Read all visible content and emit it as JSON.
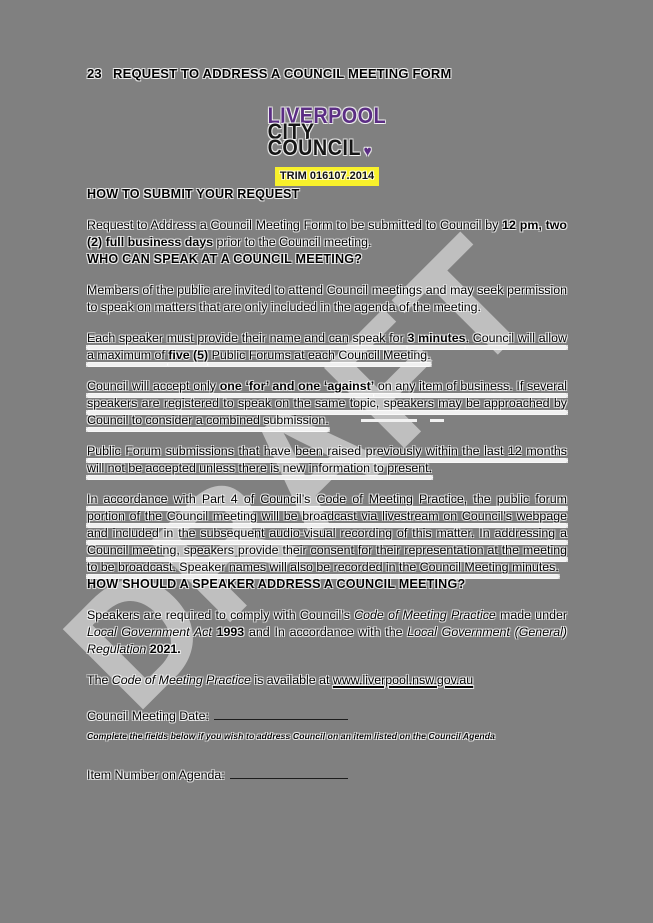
{
  "page": {
    "background": "#808080"
  },
  "watermark": {
    "text": "DRAFT",
    "color": "#e9e9e9"
  },
  "header": {
    "doc_number": "23",
    "title": "REQUEST TO ADDRESS A COUNCIL MEETING FORM"
  },
  "logo": {
    "line1": "LIVERPOOL",
    "line2": "CITY",
    "line3": "COUNCIL",
    "heart": "♥",
    "purple": "#5b2d84"
  },
  "trim_badge": {
    "text": "TRIM 016107.2014",
    "highlight": "#f8f12b"
  },
  "submit_section": {
    "heading": "HOW TO SUBMIT YOUR REQUEST",
    "p1": {
      "r0": "Request to Address a Council Meeting Form to be submitted to Council by ",
      "r1": "12 pm, two (2) full business days",
      "r2": " prior to the Council meeting."
    }
  },
  "who_section": {
    "heading": "WHO CAN SPEAK AT A COUNCIL MEETING?",
    "p1": "Members of the public are invited to attend Council meetings and may seek permission to speak on matters that are only included in the agenda of the meeting.",
    "p2": {
      "r0": "Each speaker must provide their name and can speak for ",
      "r1": "3 minutes",
      "r2": ". Council will allow a maximum of ",
      "r3": "five (5)",
      "r4": " Public Forums at each Council Meeting."
    },
    "p3": {
      "r0": "Council will accept only ",
      "r1": "one ‘for’ and one ‘against’",
      "r2": " on any item of business. If several speakers are registered to speak on the same topic, speakers may be approached by Council to consider a combined submission."
    },
    "p4": "Public Forum submissions that have been raised previously within the last 12 months will not be accepted unless there is new information to present.",
    "p5": "In accordance with Part 4 of Council’s Code of Meeting Practice, the public forum portion of the Council meeting will be broadcast via livestream on Council’s webpage and included in the subsequent audio-visual recording of this matter. In addressing a Council meeting, speakers provide their consent for their representation at the meeting to be broadcast. Speaker names will also be recorded in the Council Meeting minutes."
  },
  "address_section": {
    "heading": "HOW SHOULD A SPEAKER ADDRESS A COUNCIL MEETING?",
    "p1": {
      "r0": "Speakers are required to comply with Council’s ",
      "r1": "Code of Meeting Practice",
      "r2": " made under ",
      "r3": "Local Government Act",
      "r4": " ",
      "r5": "1993",
      "r6": " and In accordance with the ",
      "r7": "Local Government (General) Regulation",
      "r8": " ",
      "r9": "2021."
    },
    "p2": {
      "r0": "The ",
      "r1": "Code of Meeting Practice",
      "r2": " is available at ",
      "link": "www.liverpool.nsw.gov.au"
    }
  },
  "form": {
    "meeting_date_label": "Council Meeting Date:",
    "note": "Complete the fields below if you wish to address Council on an item listed on the Council Agenda",
    "item_number_label": "Item Number on Agenda:"
  }
}
